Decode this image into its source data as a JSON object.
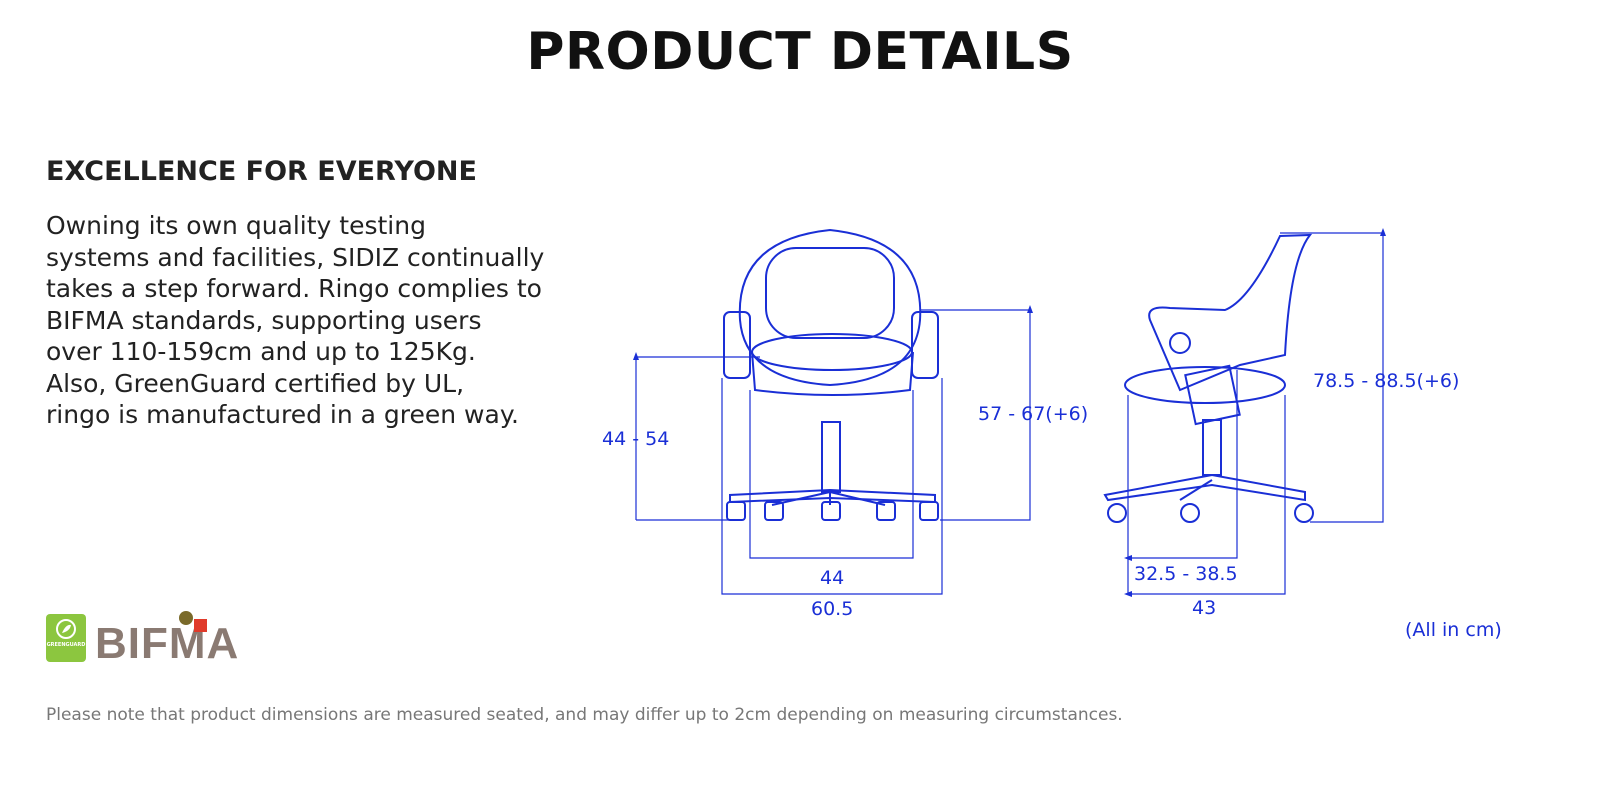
{
  "header": {
    "title": "PRODUCT DETAILS"
  },
  "content": {
    "subtitle": "EXCELLENCE FOR EVERYONE",
    "lines": [
      "Owning its own quality testing",
      "systems and facilities, SIDIZ continually",
      "takes a step forward. Ringo complies to",
      "BIFMA standards, supporting users",
      "over 110-159cm and up to 125Kg.",
      "Also, GreenGuard certified by UL,",
      "ringo is manufactured in a green way."
    ]
  },
  "logos": {
    "greenguard": "GREENGUARD",
    "bifma": "BIFMA"
  },
  "dimensions": {
    "front": {
      "seat_height": "44 - 54",
      "armrest_height": "57 - 67(+6)",
      "seat_width": "44",
      "overall_width": "60.5"
    },
    "side": {
      "overall_height": "78.5 - 88.5(+6)",
      "seat_depth": "32.5 - 38.5",
      "overall_depth": "43"
    },
    "units": "(All in cm)"
  },
  "footnote": "Please note that product dimensions are measured seated, and may differ up to 2cm depending on measuring circumstances.",
  "colors": {
    "diagram": "#1a2fd6",
    "greenguard": "#8cc63f",
    "bifma_text": "#8a7a72",
    "bifma_square": "#e03a2a",
    "bifma_dot": "#7a6a2a"
  }
}
